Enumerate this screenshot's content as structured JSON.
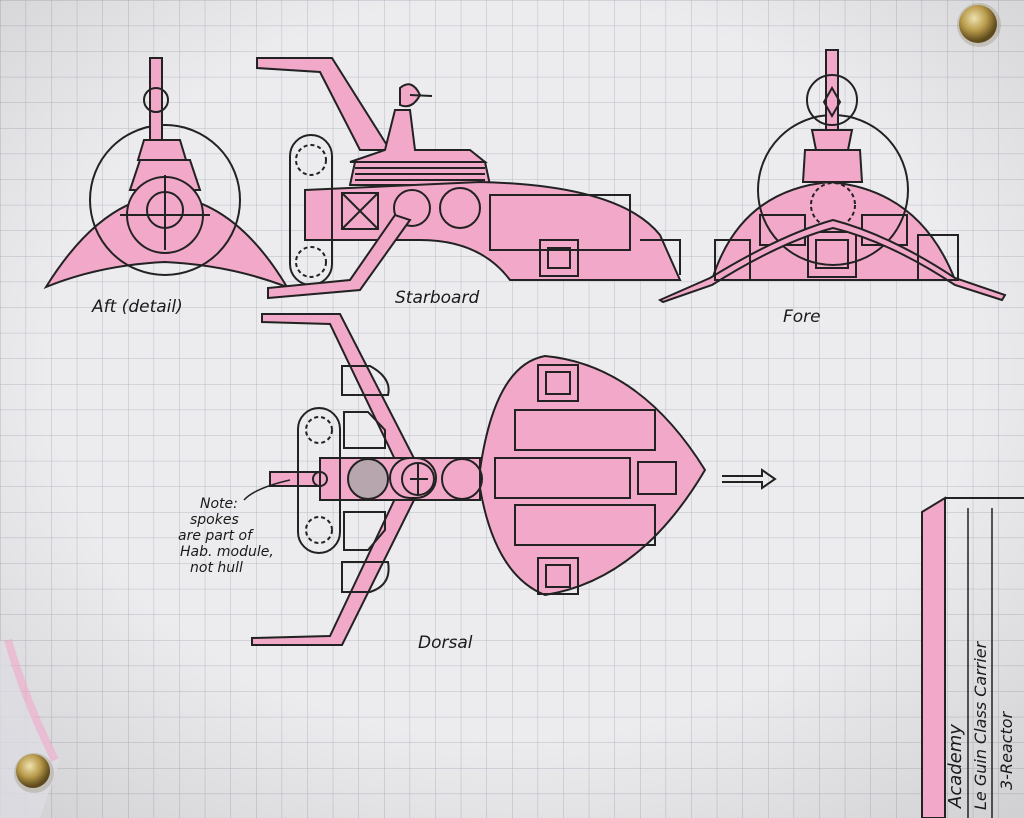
{
  "labels": {
    "aft": "Aft (detail)",
    "starboard": "Starboard",
    "fore": "Fore",
    "dorsal": "Dorsal"
  },
  "note": {
    "line1": "Note:",
    "line2": "spokes",
    "line3": "are part of",
    "line4": "Hab. module,",
    "line5": "not hull"
  },
  "title_block": {
    "line1": "Academy",
    "line2": "Le Guin Class Carrier",
    "line3": "3-Reactor"
  },
  "colors": {
    "paper": "#ececef",
    "grid": "#b9bcc6",
    "hull_pink": "#f2a9c9",
    "ink": "#222222",
    "pushpin": "#b89a4a"
  }
}
